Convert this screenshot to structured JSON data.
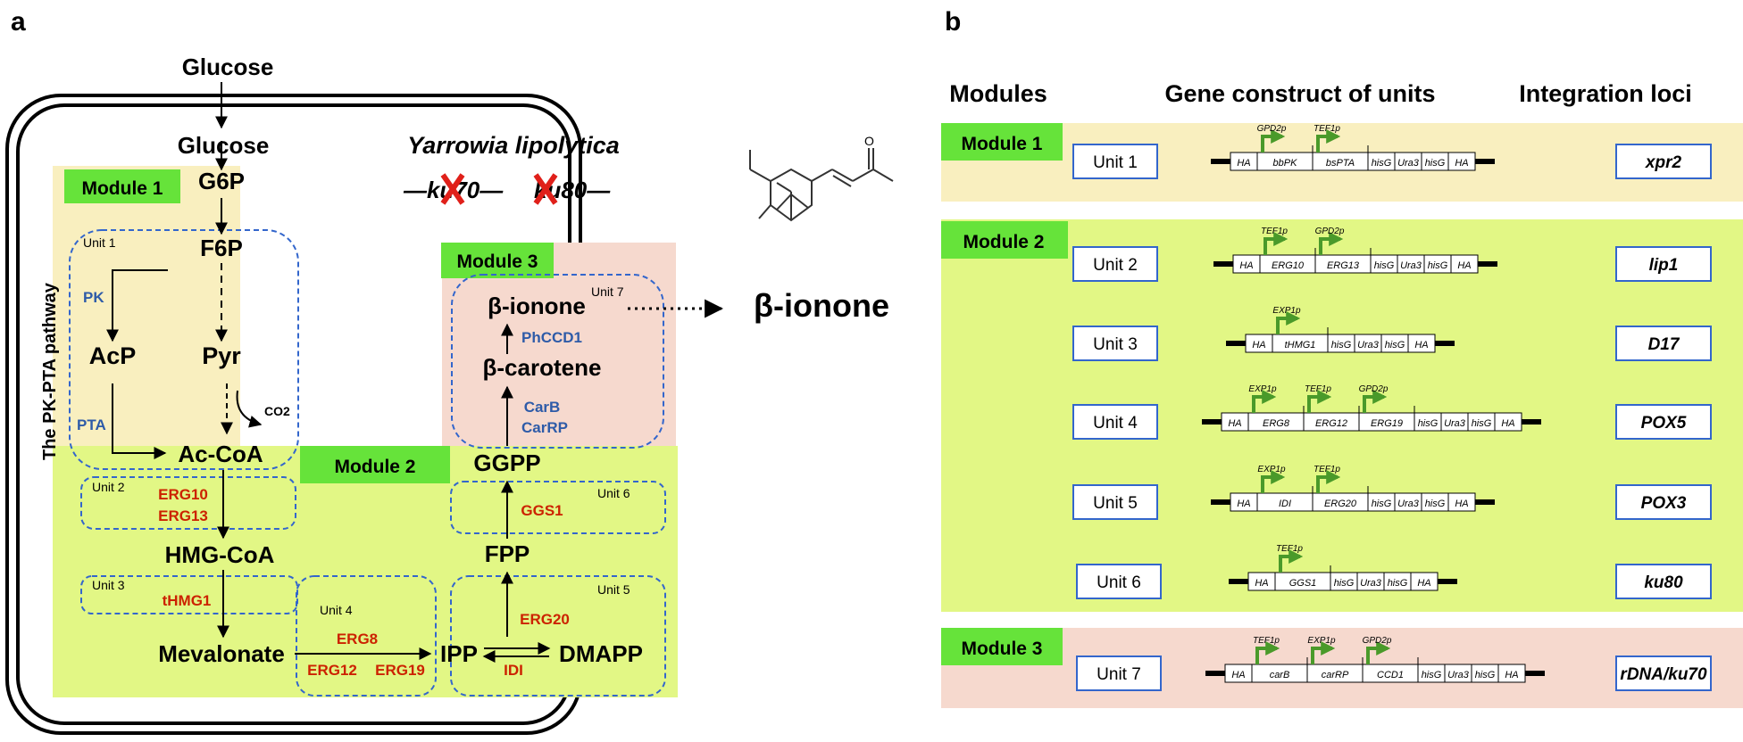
{
  "colors": {
    "module1_bg": "#f9efbf",
    "module2_bg": "#e2f785",
    "module3_bg": "#f6d9ce",
    "module_label_bg": "#66e33a",
    "unit_box": "#3366cc",
    "enzyme_blue": "#2e5ba8",
    "enzyme_red": "#cc2200",
    "promoter_arrow": "#4a9a2a",
    "knockout_x": "#e0201a"
  },
  "panel_a": {
    "label": "a",
    "glucose_outside": "Glucose",
    "glucose_inside": "Glucose",
    "organism": "Yarrowia lipolytica",
    "knockout": {
      "gene1": "—ku70—",
      "gene2": "ku80—"
    },
    "pathway_vertical": "The PK-PTA pathway",
    "modules": [
      "Module 1",
      "Module 2",
      "Module 3"
    ],
    "units": [
      "Unit 1",
      "Unit 2",
      "Unit 3",
      "Unit 4",
      "Unit 5",
      "Unit 6",
      "Unit 7"
    ],
    "metabolites": {
      "g6p": "G6P",
      "f6p": "F6P",
      "acp": "AcP",
      "pyr": "Pyr",
      "co2": "CO2",
      "accoa": "Ac-CoA",
      "hmgcoa": "HMG-CoA",
      "mevalonate": "Mevalonate",
      "ipp": "IPP",
      "dmapp": "DMAPP",
      "fpp": "FPP",
      "ggpp": "GGPP",
      "bcarotene": "β-carotene",
      "bionone": "β-ionone",
      "product": "β-ionone"
    },
    "enzymes": {
      "pk": "PK",
      "pta": "PTA",
      "erg10": "ERG10",
      "erg13": "ERG13",
      "thmg1": "tHMG1",
      "erg8": "ERG8",
      "erg12": "ERG12",
      "erg19": "ERG19",
      "idi": "IDI",
      "erg20": "ERG20",
      "ggs1": "GGS1",
      "carb": "CarB",
      "carrp": "CarRP",
      "phccd1": "PhCCD1"
    }
  },
  "panel_b": {
    "label": "b",
    "headers": {
      "modules": "Modules",
      "construct": "Gene construct of units",
      "loci": "Integration loci"
    },
    "modules": [
      "Module 1",
      "Module 2",
      "Module 3"
    ],
    "units": [
      {
        "name": "Unit 1",
        "locus": "xpr2",
        "promoters": [
          "GPD2p",
          "TEF1p"
        ],
        "parts": [
          "HA",
          "bbPK",
          "bsPTA",
          "hisG",
          "Ura3",
          "hisG",
          "HA"
        ]
      },
      {
        "name": "Unit  2",
        "locus": "lip1",
        "promoters": [
          "TEF1p",
          "GPD2p"
        ],
        "parts": [
          "HA",
          "ERG10",
          "ERG13",
          "hisG",
          "Ura3",
          "hisG",
          "HA"
        ]
      },
      {
        "name": "Unit 3",
        "locus": "D17",
        "promoters": [
          "EXP1p"
        ],
        "parts": [
          "HA",
          "tHMG1",
          "hisG",
          "Ura3",
          "hisG",
          "HA"
        ]
      },
      {
        "name": "Unit 4",
        "locus": "POX5",
        "promoters": [
          "EXP1p",
          "TEF1p",
          "GPD2p"
        ],
        "parts": [
          "HA",
          "ERG8",
          "ERG12",
          "ERG19",
          "hisG",
          "Ura3",
          "hisG",
          "HA"
        ]
      },
      {
        "name": "Unit 5",
        "locus": "POX3",
        "promoters": [
          "EXP1p",
          "TEF1p"
        ],
        "parts": [
          "HA",
          "IDI",
          "ERG20",
          "hisG",
          "Ura3",
          "hisG",
          "HA"
        ]
      },
      {
        "name": "Unit 6",
        "locus": "ku80",
        "promoters": [
          "TEF1p"
        ],
        "parts": [
          "HA",
          "GGS1",
          "hisG",
          "Ura3",
          "hisG",
          "HA"
        ]
      },
      {
        "name": "Unit 7",
        "locus": "rDNA/ku70",
        "promoters": [
          "TEF1p",
          "EXP1p",
          "GPD2p"
        ],
        "parts": [
          "HA",
          "carB",
          "carRP",
          "CCD1",
          "hisG",
          "Ura3",
          "hisG",
          "HA"
        ]
      }
    ]
  }
}
